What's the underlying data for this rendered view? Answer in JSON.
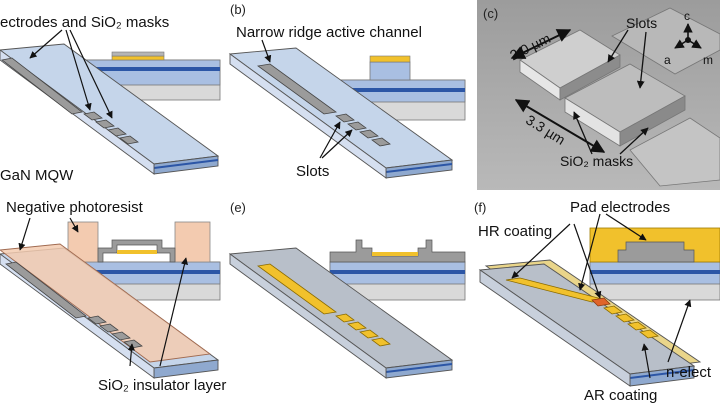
{
  "panels": {
    "a": {
      "letter": "",
      "labels": {
        "electrodes": "ectrodes and SiO₂ masks",
        "mqw": "GaN MQW"
      }
    },
    "b": {
      "letter": "(b)",
      "labels": {
        "ridge": "Narrow ridge active channel",
        "slots": "Slots"
      }
    },
    "c": {
      "letter": "(c)",
      "labels": {
        "slots": "Slots",
        "dim1": "2.0 µm",
        "dim2": "3.3 µm",
        "masks": "SiO₂ masks"
      },
      "axes": {
        "c": "c",
        "a": "a",
        "m": "m"
      }
    },
    "d": {
      "letter": "",
      "labels": {
        "photoresist": "Negative photoresist",
        "insulator": "SiO₂ insulator layer"
      }
    },
    "e": {
      "letter": "(e)"
    },
    "f": {
      "letter": "(f)",
      "labels": {
        "pad": "Pad electrodes",
        "hr": "HR coating",
        "nelec": "n-elect",
        "ar": "AR coating"
      }
    }
  },
  "colors": {
    "substrate_top": "#c5d5ea",
    "substrate_side": "#8fa9cf",
    "mqw_blue": "#2c56a6",
    "light_blue": "#a9bfe2",
    "grey_base": "#d6d6d6",
    "electrode_grey": "#9b9b9b",
    "gold": "#f1c12c",
    "photoresist": "#f3cbb0",
    "sem_bg": "#a8a8a8"
  }
}
